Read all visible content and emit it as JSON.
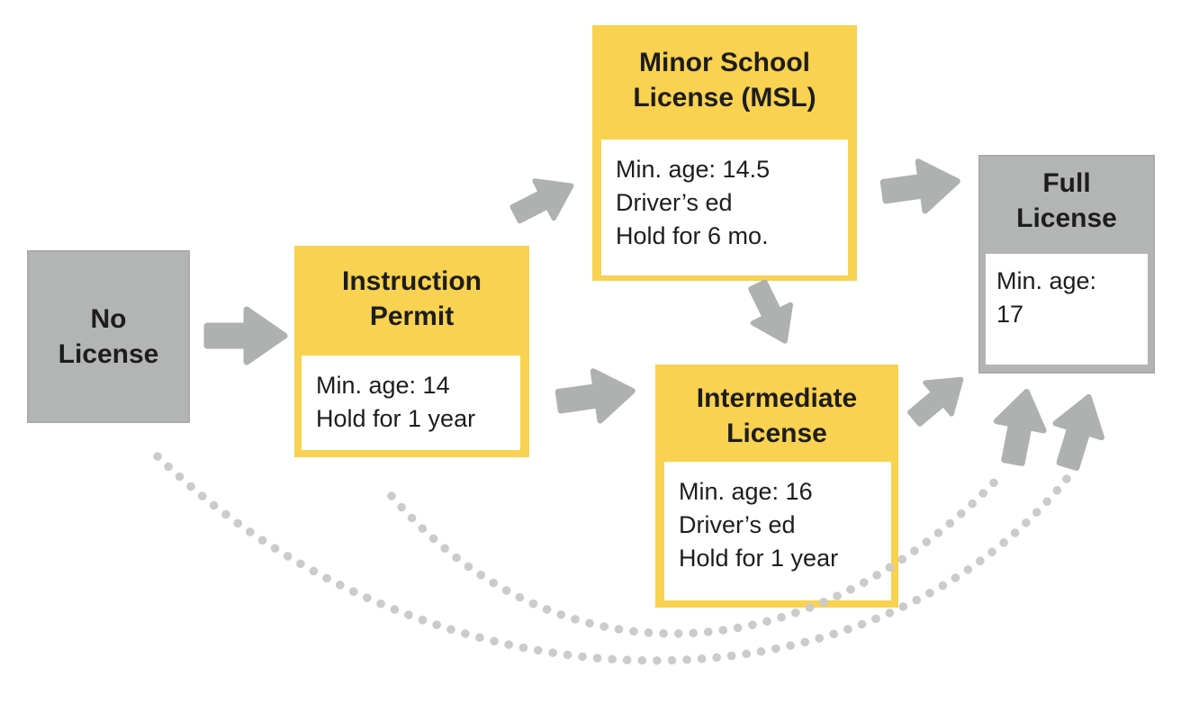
{
  "colors": {
    "yellow": "#F8D250",
    "gray": "#B3B5B4",
    "gray-border": "#A9ABAA",
    "arrow": "#AFB1B1",
    "dot": "#CBCBCB",
    "text": "#1D1D1D",
    "background": "#FFFFFF"
  },
  "nodes": {
    "no_license": {
      "title_line1": "No",
      "title_line2": "License"
    },
    "instruction_permit": {
      "title_line1": "Instruction",
      "title_line2": "Permit",
      "detail1": "Min. age: 14",
      "detail2": "Hold for 1 year"
    },
    "msl": {
      "title_line1": "Minor School",
      "title_line2": "License (MSL)",
      "detail1": "Min. age: 14.5",
      "detail2": "Driver’s ed",
      "detail3": "Hold for 6 mo."
    },
    "intermediate": {
      "title_line1": "Intermediate",
      "title_line2": "License",
      "detail1": "Min. age: 16",
      "detail2": "Driver’s ed",
      "detail3": "Hold for 1 year"
    },
    "full_license": {
      "title_line1": "Full",
      "title_line2": "License",
      "detail1": "Min. age:",
      "detail2": "17"
    }
  },
  "edges": {
    "solid": [
      {
        "from": "No License",
        "to": "Instruction Permit"
      },
      {
        "from": "Instruction Permit",
        "to": "Minor School License (MSL)"
      },
      {
        "from": "Instruction Permit",
        "to": "Intermediate License"
      },
      {
        "from": "Minor School License (MSL)",
        "to": "Full License"
      },
      {
        "from": "Minor School License (MSL)",
        "to": "Intermediate License"
      },
      {
        "from": "Intermediate License",
        "to": "Full License"
      }
    ],
    "dotted": [
      {
        "from": "No License",
        "to": "Full License"
      },
      {
        "from": "Instruction Permit",
        "to": "Full License"
      }
    ]
  }
}
